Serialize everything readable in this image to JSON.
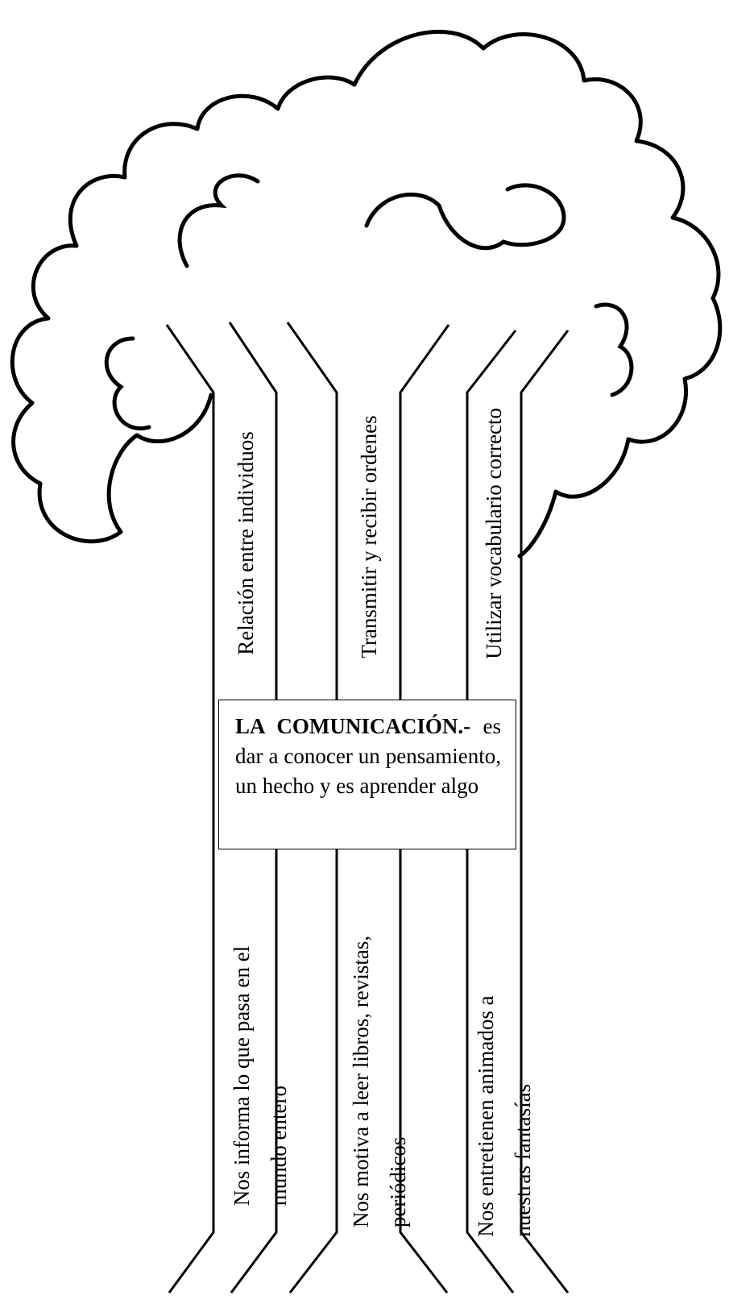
{
  "center": {
    "title": "LA COMUNICACIÓN.-",
    "text": "es dar a conocer un pensamiento, un hecho y es aprender algo"
  },
  "branches_top": [
    {
      "text": "Relación entre individuos"
    },
    {
      "text": "Transmitir y recibir ordenes"
    },
    {
      "text": "Utilizar vocabulario correcto"
    }
  ],
  "branches_bottom": [
    {
      "line1": "Nos informa lo que pasa en el",
      "line2": "mundo entero"
    },
    {
      "line1": "Nos motiva a leer libros, revistas,",
      "line2": "periódicos"
    },
    {
      "line1": "Nos entretienen animados a",
      "line2": "nuestras fantasías"
    }
  ],
  "colors": {
    "ink": "#000000",
    "background": "#ffffff"
  }
}
